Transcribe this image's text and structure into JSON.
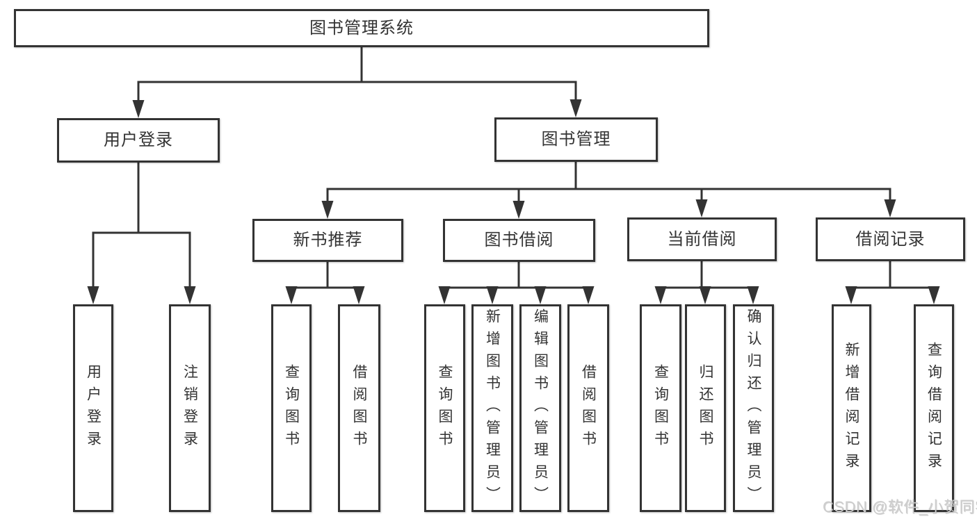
{
  "diagram": {
    "root": {
      "label": "图书管理系统"
    },
    "branches": [
      {
        "label": "用户登录",
        "children": [
          {
            "label": "用户登录"
          },
          {
            "label": "注销登录"
          }
        ]
      },
      {
        "label": "图书管理",
        "children": [
          {
            "label": "新书推荐",
            "children": [
              {
                "label": "查询图书"
              },
              {
                "label": "借阅图书"
              }
            ]
          },
          {
            "label": "图书借阅",
            "children": [
              {
                "label": "查询图书"
              },
              {
                "label": "新增图书（管理员）"
              },
              {
                "label": "编辑图书（管理员）"
              },
              {
                "label": "借阅图书"
              }
            ]
          },
          {
            "label": "当前借阅",
            "children": [
              {
                "label": "查询图书"
              },
              {
                "label": "归还图书"
              },
              {
                "label": "确认归还（管理员）"
              }
            ]
          },
          {
            "label": "借阅记录",
            "children": [
              {
                "label": "新增借阅记录"
              },
              {
                "label": "查询借阅记录"
              }
            ]
          }
        ]
      }
    ]
  },
  "watermark": "CSDN @软件_小贺同学",
  "colors": {
    "line": "#333333",
    "box_border": "#333333",
    "box_fill": "#ffffff",
    "text": "#333333",
    "watermark": "#cdcdcd",
    "background": "#ffffff"
  }
}
